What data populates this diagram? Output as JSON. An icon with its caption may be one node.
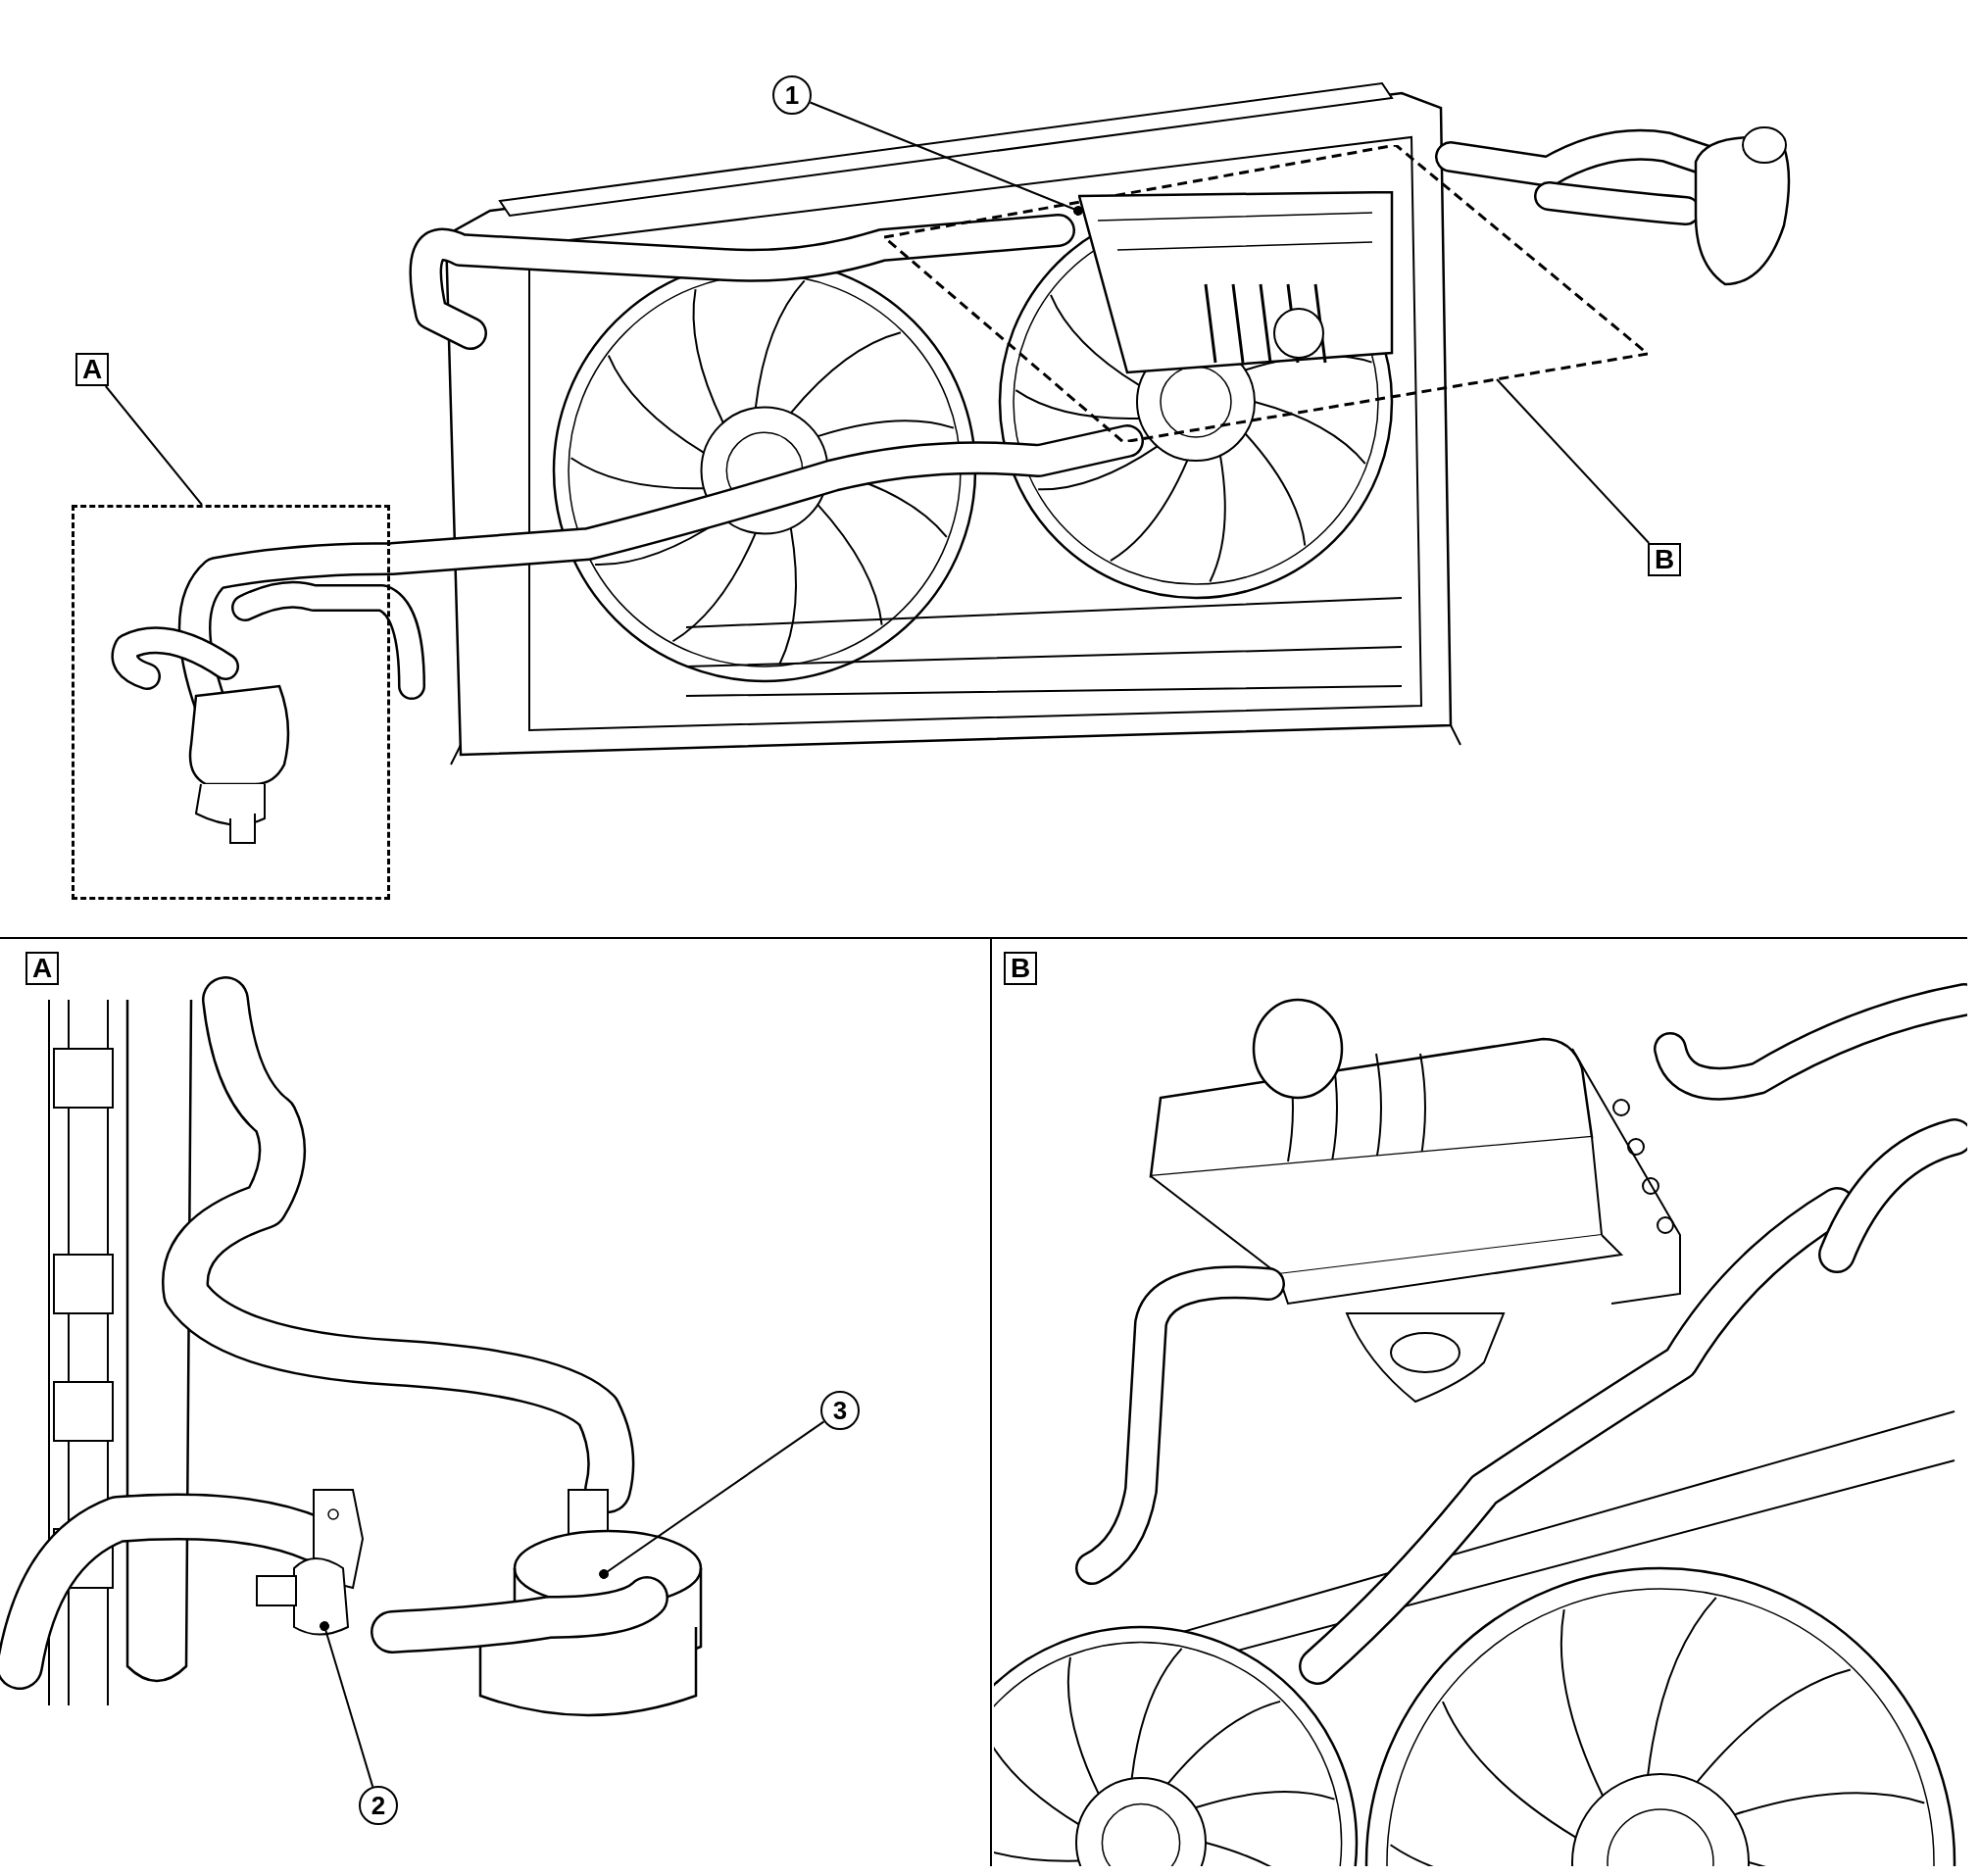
{
  "diagram": {
    "nodes": [
      {
        "text": [
          "1"
        ]
      },
      {
        "text": [
          "A"
        ]
      },
      {
        "text": [],
        "shape": "box"
      },
      {
        "text": [
          "B"
        ]
      },
      {
        "text": [],
        "shape": "box"
      },
      {
        "text": [
          "2"
        ]
      },
      {
        "text": [
          "3"
        ]
      },
      {
        "text": [],
        "shape": "picture",
        "in": 4
      },
      {
        "text": [
          "A"
        ]
      },
      {
        "text": [
          "B"
        ]
      }
    ],
    "edges": [
      {
        "from": 0,
        "to": 7,
        "arrow": "other"
      },
      {
        "from": 1,
        "to": 2,
        "arrow": "none"
      },
      {
        "from": 3,
        "to": 4,
        "arrow": "none"
      },
      {
        "from": 5,
        "to": null,
        "arrow": "other"
      },
      {
        "from": 6,
        "to": null,
        "arrow": "other"
      }
    ]
  }
}
